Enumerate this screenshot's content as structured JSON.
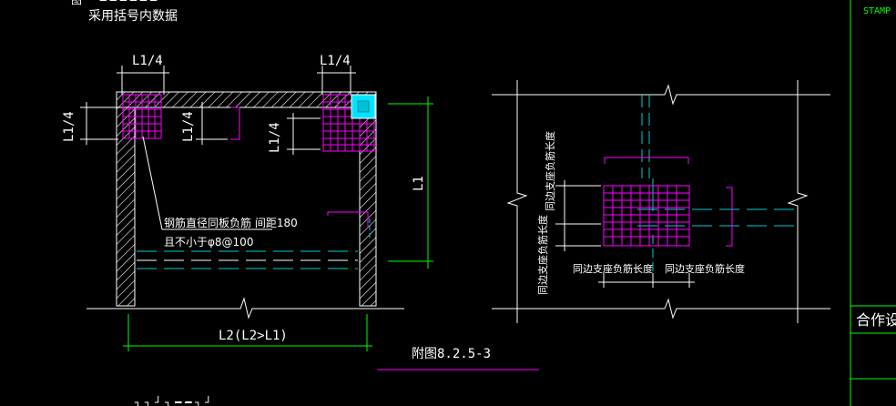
{
  "drawing": {
    "note_top": "采用括号内数据",
    "dim_left_top": "L1/4",
    "dim_right_top": "L1/4",
    "dim_left_vertical": "L1/4",
    "dim_mid_vertical_a": "L1/4",
    "dim_mid_vertical_b": "L1/4",
    "dim_right_L1": "L1",
    "leader_line1": "钢筋直径同板负筋 间距180",
    "leader_line2": "且不小于φ8@100",
    "dim_bottom": "L2(L2>L1)",
    "figure_caption": "附图8.2.5-3",
    "right_vertical_1": "同边支座负筋长度",
    "right_vertical_2": "同边支座负筋长度",
    "right_bottom_1": "同边支座负筋长度",
    "right_bottom_2": "同边支座负筋长度"
  },
  "titleblock": {
    "stamp_label": "STAMP",
    "cooperation_label": "合作设"
  },
  "colors": {
    "background": "#000000",
    "white": "#ffffff",
    "magenta": "#ff00ff",
    "cyan": "#00d0d0",
    "green": "#00ff00",
    "highlight": "#00e5ff"
  }
}
